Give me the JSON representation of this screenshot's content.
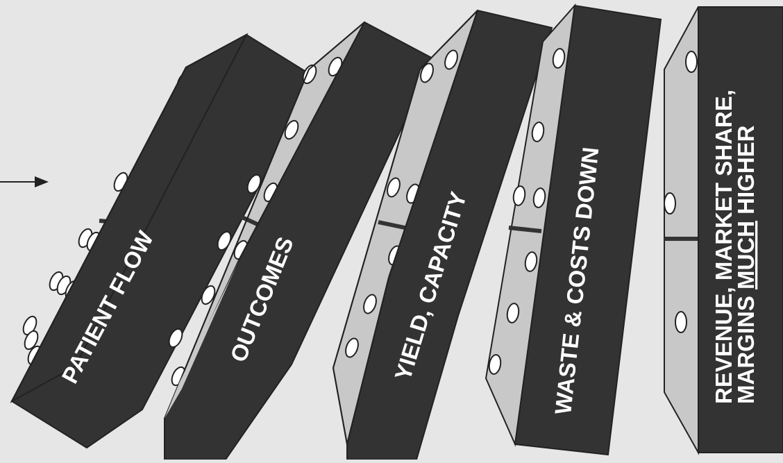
{
  "colors": {
    "background": "#e6e6e6",
    "domino_face": "#333333",
    "domino_side": "#c8c8c8",
    "outline": "#222222",
    "label_text": "#ffffff"
  },
  "dominoes": [
    {
      "label": "PATIENT FLOW"
    },
    {
      "label": "OUTCOMES"
    },
    {
      "label": "YIELD, CAPACITY"
    },
    {
      "label": "WASTE & COSTS DOWN"
    },
    {
      "line1": "REVENUE, MARKET SHARE,",
      "line2_prefix": "MARGINS ",
      "line2_emphasis": "MUCH",
      "line2_suffix": " HIGHER"
    }
  ]
}
